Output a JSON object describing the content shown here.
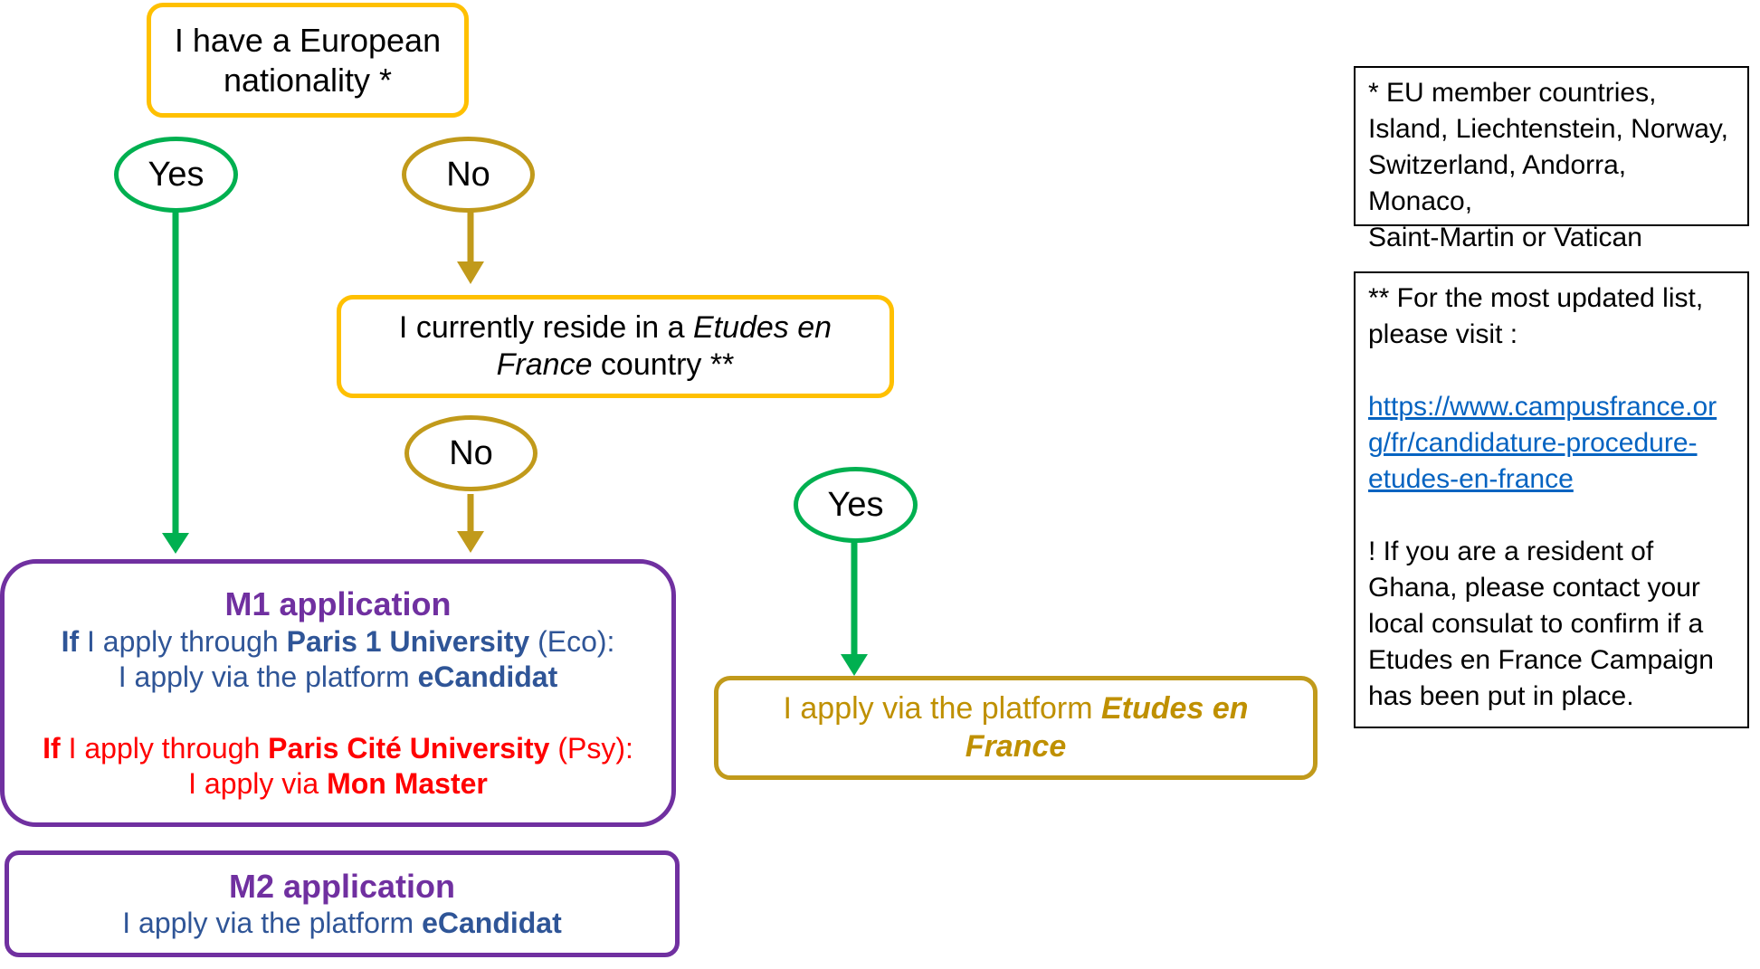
{
  "colors": {
    "yellow": "#FFC000",
    "gold": "#C19A1B",
    "gold_text": "#BF9000",
    "green": "#00B050",
    "purple": "#7030A0",
    "blue": "#2F5597",
    "red": "#FF0000",
    "link": "#0563C1"
  },
  "start": {
    "line1": "I have a European",
    "line2": "nationality *"
  },
  "branch_yes_left": "Yes",
  "branch_no_top": "No",
  "reside": {
    "line1_a": "I currently reside in a ",
    "line1_b": "Etudes en",
    "line2_a": "France",
    "line2_b": " country **"
  },
  "branch_no_mid": "No",
  "branch_yes_right": "Yes",
  "m1": {
    "title": "M1 application",
    "eco": {
      "if": "If",
      "a": " I apply through ",
      "uni": "Paris 1 University",
      "b": " (Eco):",
      "c": "I apply via the platform ",
      "platform": "eCandidat"
    },
    "psy": {
      "if": "If",
      "a": " I apply through ",
      "uni": "Paris Cité University",
      "b": " (Psy):",
      "c": "I apply via ",
      "platform": "Mon Master"
    }
  },
  "m2": {
    "title": "M2 application",
    "a": "I apply via the platform ",
    "platform": "eCandidat"
  },
  "etudes": {
    "a": "I apply via the platform ",
    "b": "Etudes en",
    "c": "France"
  },
  "note1": {
    "lines": [
      "* EU member countries,",
      "Island, Liechtenstein, Norway,",
      "Switzerland, Andorra, Monaco,",
      "Saint-Martin or Vatican"
    ]
  },
  "note2": {
    "lines": [
      "** For the most updated list,",
      "please visit :"
    ],
    "link_lines": [
      "https://www.campusfrance.or",
      "g/fr/candidature-procedure-",
      "etudes-en-france"
    ],
    "warning_lines": [
      "! If you are a resident of",
      "Ghana, please contact your",
      "local consulat to confirm if a",
      "Etudes en France Campaign",
      "has been put in place."
    ]
  }
}
